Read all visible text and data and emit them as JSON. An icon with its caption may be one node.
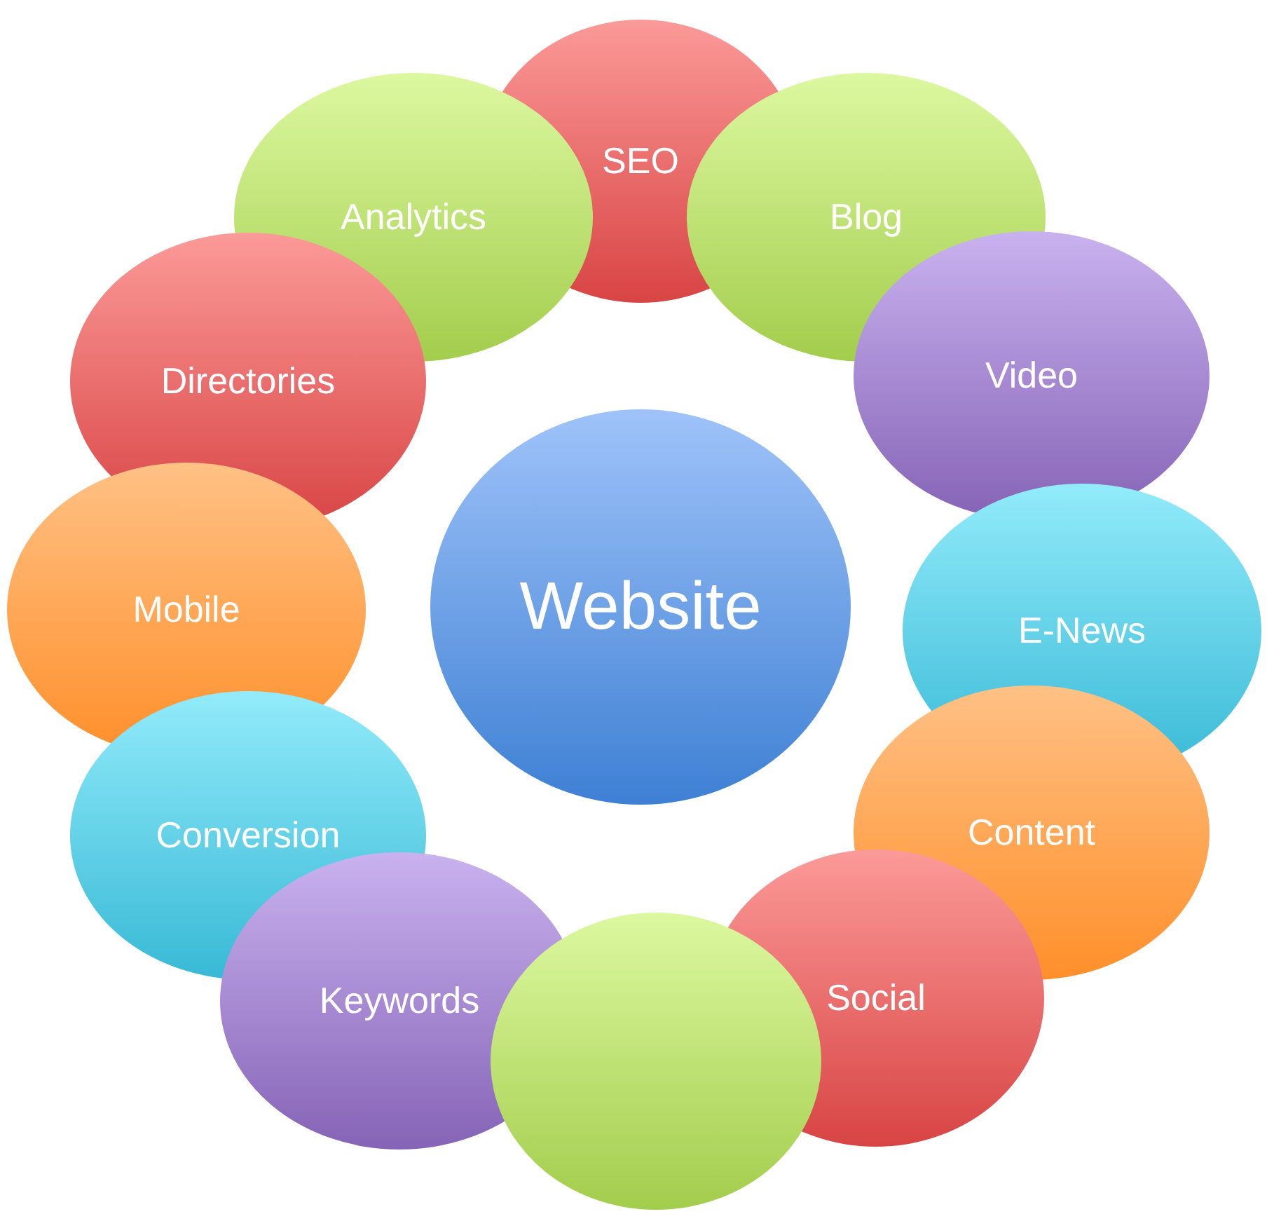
{
  "diagram": {
    "nodes": [
      {
        "text": [
          "Website"
        ]
      },
      {
        "text": [
          "SEO"
        ]
      },
      {
        "text": [
          "Blog"
        ]
      },
      {
        "text": [
          "Video"
        ]
      },
      {
        "text": [
          "E-News"
        ]
      },
      {
        "text": [
          "Content"
        ]
      },
      {
        "text": [
          "Social"
        ]
      },
      {
        "text": [],
        "shape": "ellipse"
      },
      {
        "text": [
          "Keywords"
        ]
      },
      {
        "text": [
          "Conversion"
        ]
      },
      {
        "text": [
          "Mobile"
        ]
      },
      {
        "text": [
          "Directories"
        ]
      },
      {
        "text": [
          "Analytics"
        ]
      }
    ]
  }
}
